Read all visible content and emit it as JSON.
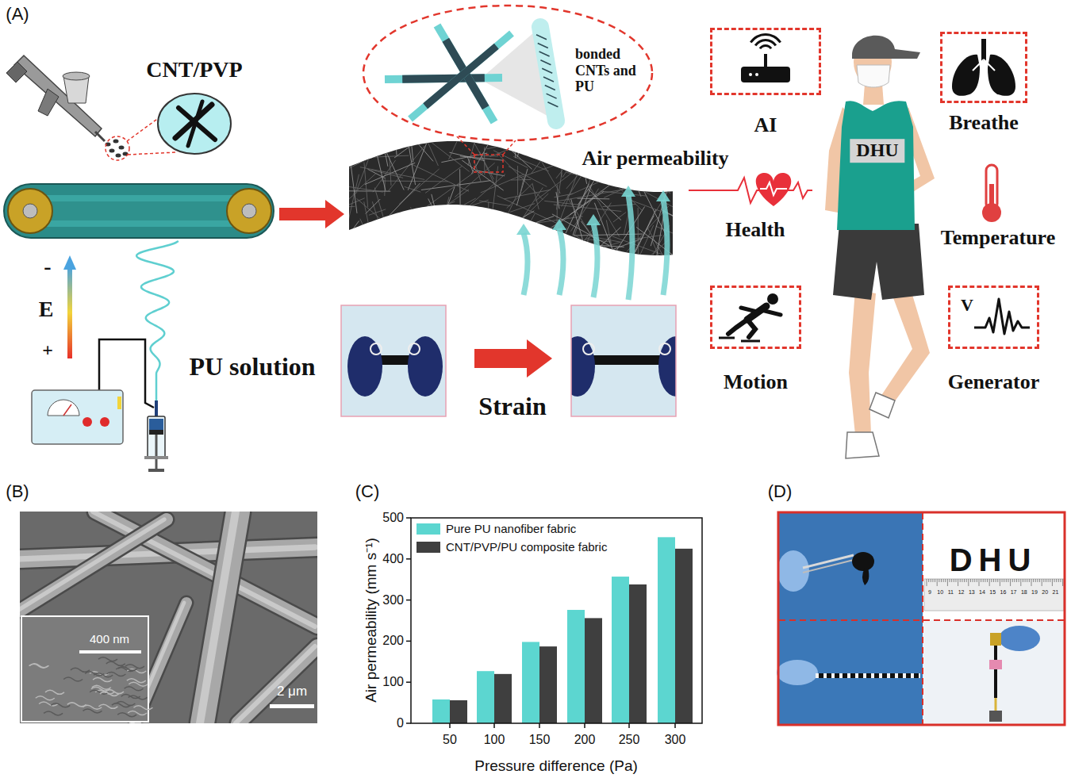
{
  "diagram": {
    "nodes": [
      {
        "text": [
          "CNT/PVP"
        ]
      },
      {
        "text": [
          "bonded CNTs and PU"
        ]
      },
      {
        "text": [
          "AI"
        ]
      },
      {
        "text": [
          "Breathe"
        ]
      },
      {
        "text": [
          "DHU"
        ]
      },
      {
        "text": [
          "Motion"
        ]
      },
      {
        "text": [
          "Generator"
        ]
      }
    ],
    "labels": [
      "(A)",
      "E",
      "-",
      "+",
      "PU solution",
      "Air permeability",
      "Strain",
      "Health",
      "Temperature",
      "V",
      "(B)",
      "400 nm",
      "2 μm",
      "(C)",
      "500",
      "400",
      "300",
      "200",
      "100",
      "0",
      "50",
      "100",
      "150",
      "200",
      "250",
      "300",
      "Pressure difference (Pa)",
      "Air permeability (mm s⁻¹)",
      "(D)",
      "DHU",
      "9",
      "10",
      "11",
      "12",
      "13",
      "14",
      "15",
      "16",
      "17",
      "18",
      "19",
      "20",
      "21"
    ],
    "legend": [
      {
        "text": "Pure PU nanofiber fabric",
        "color": "#5cd6d0"
      },
      {
        "text": "CNT/PVP/PU composite fabric",
        "color": "#3f3f3f"
      }
    ]
  }
}
